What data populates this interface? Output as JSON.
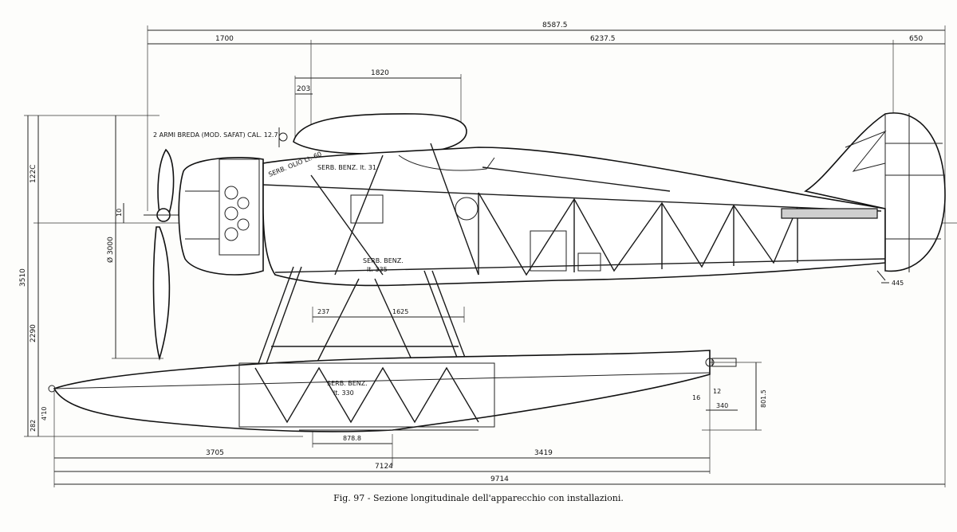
{
  "dims": {
    "overall_top": "8587.5",
    "top_left": "1700",
    "top_mid": "6237.5",
    "top_right": "650",
    "upper_wing": "1820",
    "offset_203": "203",
    "left_122": "122C",
    "left_3510": "3510",
    "left_2290": "2290",
    "left_410": "4'10",
    "left_282": "282",
    "prop_dia": "Ø 3000",
    "small_10": "10",
    "strut_237": "237",
    "strut_1625": "1625",
    "float_878": "878.8",
    "bottom_3705": "3705",
    "bottom_3419": "3419",
    "bottom_7124": "7124",
    "bottom_9714": "9714",
    "tail_445": "445",
    "float_12": "12",
    "float_16": "16",
    "float_340": "340",
    "float_801": "801.5"
  },
  "labels": {
    "guns": "2 ARMI BREDA (MOD. SAFAT) CAL. 12.7",
    "oil_tank": "SERB. OLIO Lt. 60",
    "fuel_31": "SERB. BENZ. lt. 31",
    "fuel_335": "SERB. BENZ.",
    "fuel_335_cap": "lt. 335",
    "fuel_330": "SERB. BENZ.",
    "fuel_330_cap": "lt. 330"
  },
  "caption": "Fig. 97 - Sezione longitudinale dell'apparecchio con installazioni."
}
